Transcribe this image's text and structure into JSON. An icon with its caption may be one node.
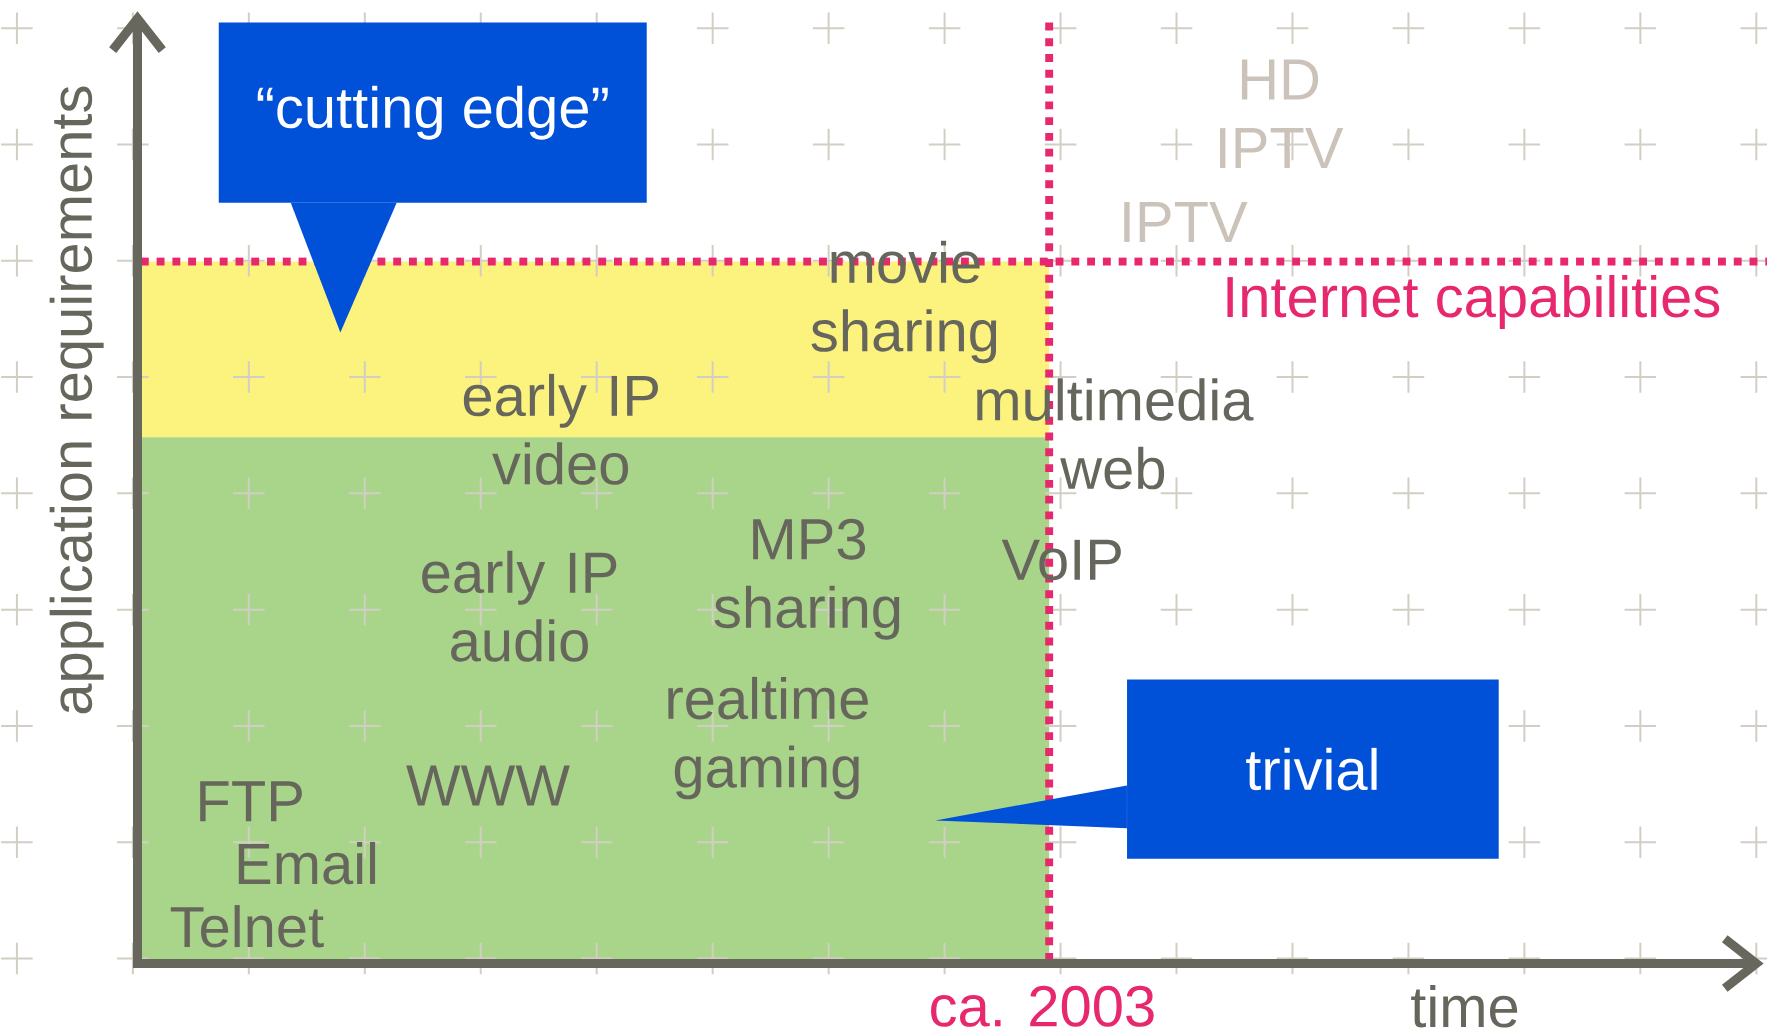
{
  "diagram": {
    "nodes": [
      {
        "text": [
          "“cutting edge”"
        ]
      },
      {
        "text": [
          "trivial"
        ]
      }
    ],
    "labels": [
      "HD IPTV",
      "IPTV",
      "movie sharing",
      "Internet capabilities",
      "early IP video",
      "multimedia web",
      "MP3 sharing",
      "VoIP",
      "early IP audio",
      "realtime gaming",
      "WWW",
      "FTP",
      "Email",
      "Telnet",
      "ca. 2003",
      "time",
      "application requirements"
    ]
  }
}
